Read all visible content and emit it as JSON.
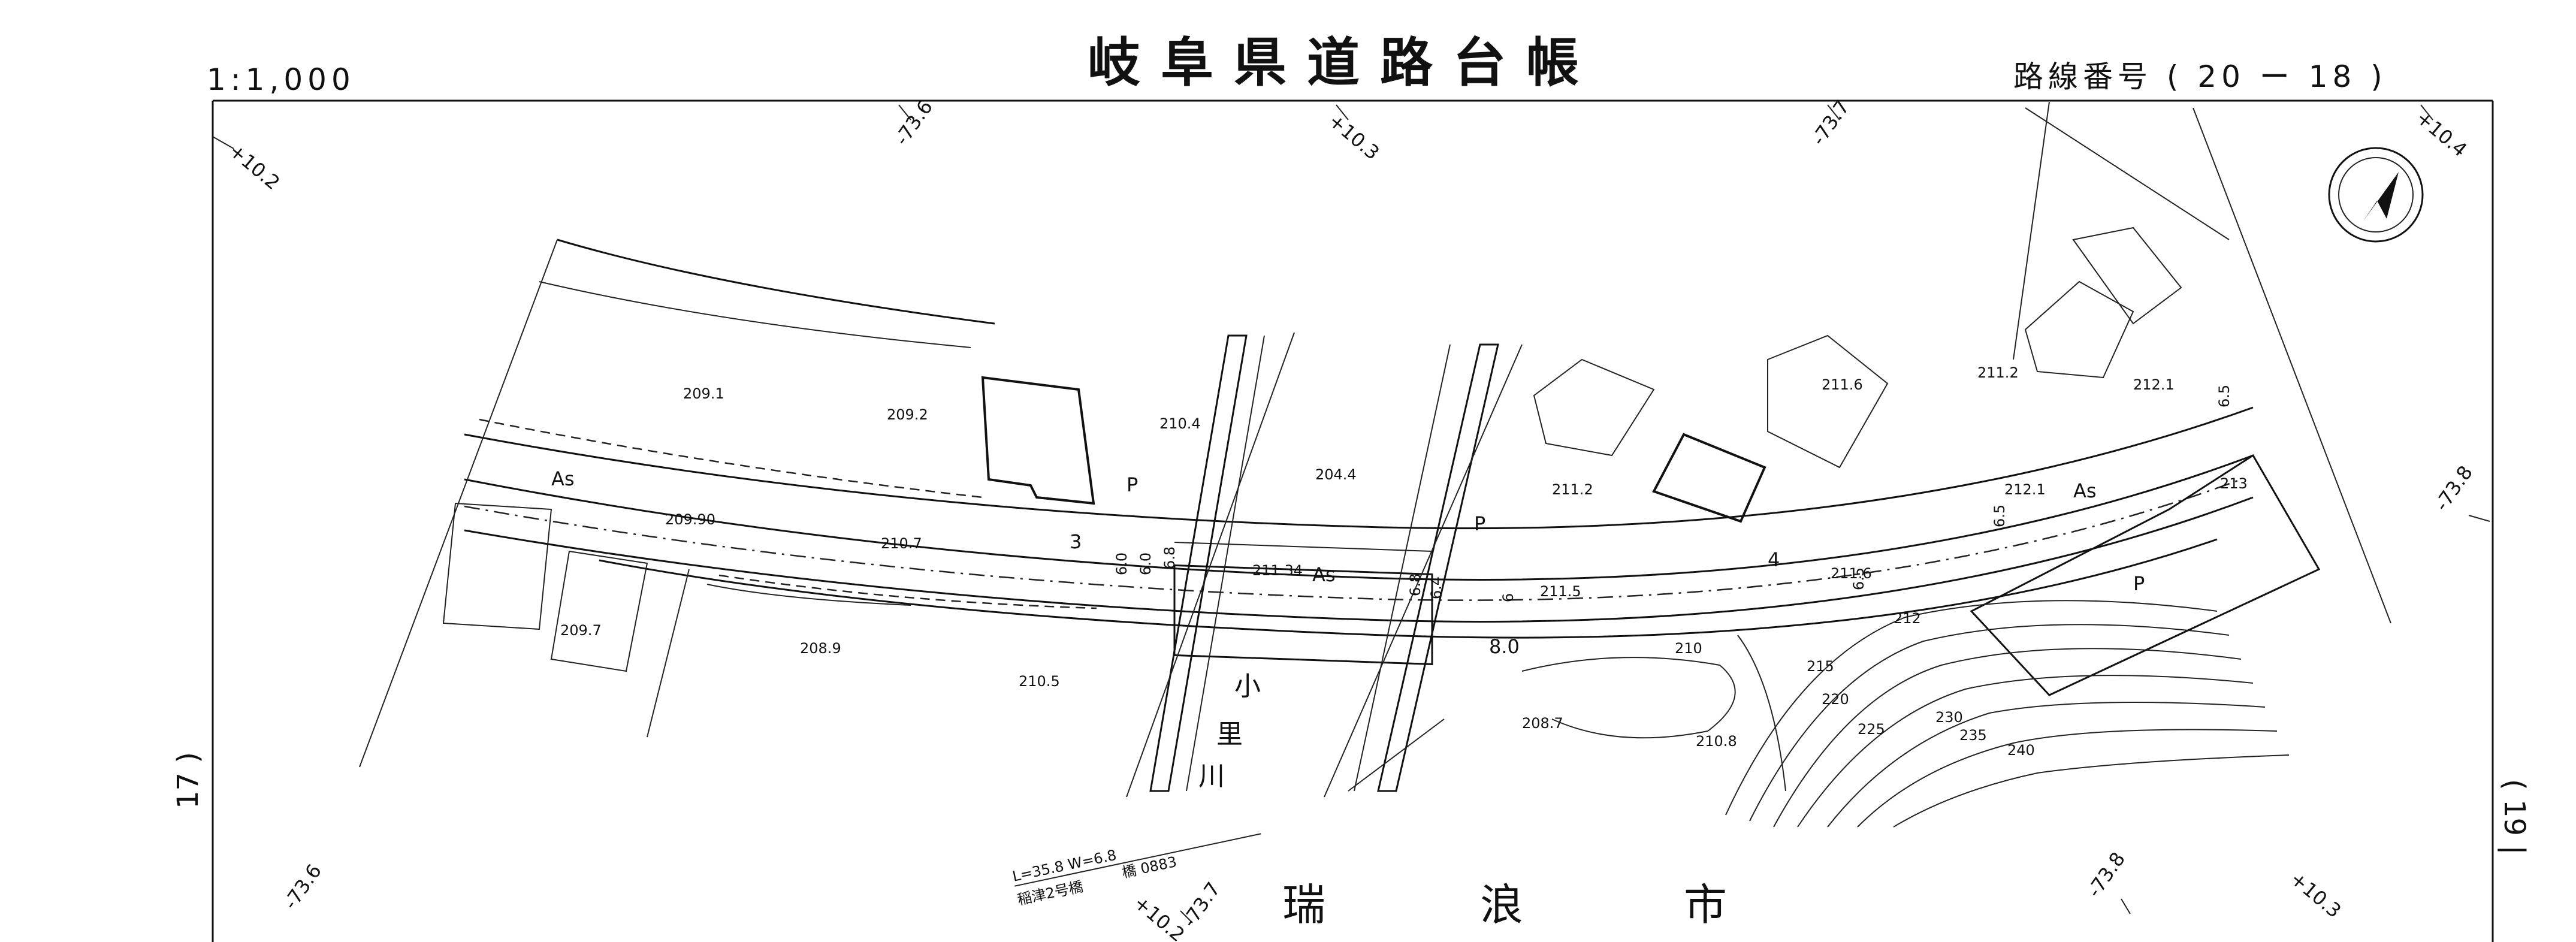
{
  "header": {
    "title": "岐阜県道路台帳",
    "scale": "1:1,000",
    "route_number_label": "路線番号 ( 20 ー 18 )"
  },
  "side_labels": {
    "left": "17 )",
    "right": "( 19 |"
  },
  "city": [
    "瑞",
    "浪",
    "市"
  ],
  "river": [
    "小",
    "里",
    "川"
  ],
  "grid_labels": {
    "g1": "+10.2",
    "g2": "-73.6",
    "g3": "+10.3",
    "g4": "-73.7",
    "g5": "+10.4",
    "g6": "-73.8",
    "g7": "-73.6",
    "g8": "+10.2",
    "g9": "-73.7",
    "g10": "-73.8",
    "g11": "+10.3"
  },
  "bridge": {
    "dims": "L=35.8  W=6.8",
    "name": "稲津2号橋",
    "code": "橋 0883"
  },
  "elevations": {
    "e1": "209.1",
    "e2": "209.2",
    "e3": "210.4",
    "e4": "204.4",
    "e5": "211.2",
    "e6": "211.6",
    "e7": "211.2",
    "e8": "212.1",
    "e9": "212.1",
    "e10": "209.90",
    "e11": "210.7",
    "e12": "211.34",
    "e13": "211.5",
    "e14": "211.6",
    "e15": "209.7",
    "e16": "208.9",
    "e17": "210.5",
    "e18": "210",
    "e19": "208.7",
    "e20": "210.8",
    "e21": "212",
    "e22": "213"
  },
  "contours": {
    "c1": "215",
    "c2": "220",
    "c3": "225",
    "c4": "230",
    "c5": "235",
    "c6": "240"
  },
  "widths": {
    "w1": "6.0",
    "w2": "6.0",
    "w3": "6.8",
    "w4": "6.8",
    "w5": "6.4",
    "w6": "6",
    "w7": "6.5",
    "w8": "6.5",
    "w9": "6.5",
    "w10": "8.0"
  },
  "pavement": {
    "as1": "As",
    "as2": "As",
    "as3": "As"
  },
  "markers": {
    "m3": "3",
    "m4": "4",
    "mP": "P",
    "mP2": "P",
    "mP3": "P"
  }
}
